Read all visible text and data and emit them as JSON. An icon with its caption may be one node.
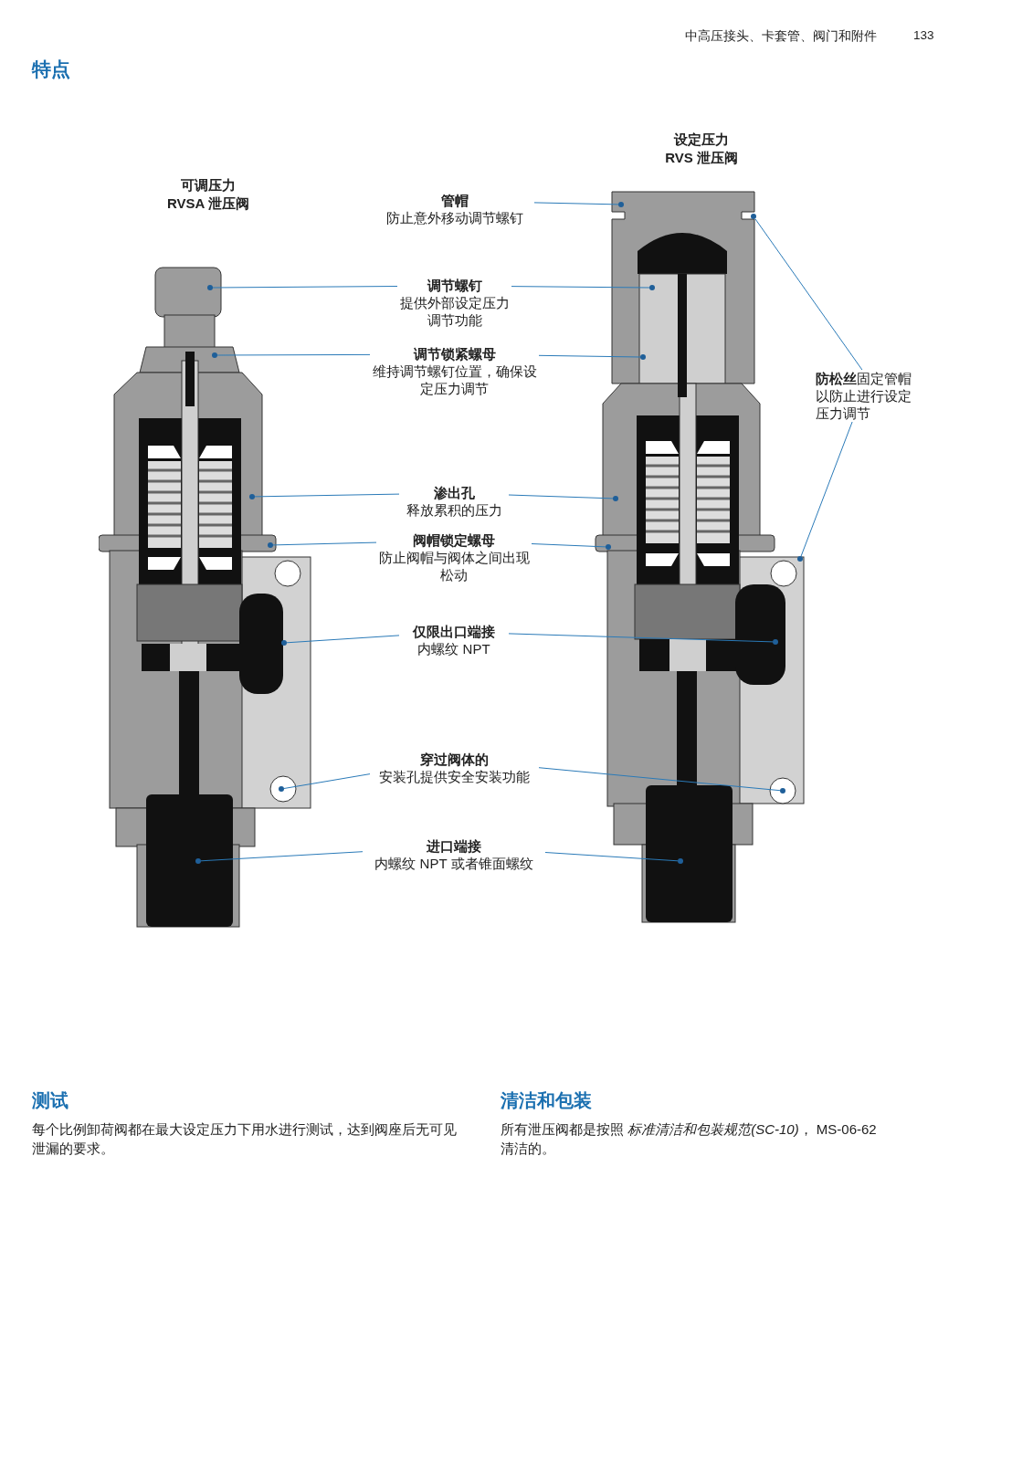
{
  "diagram": {
    "title": "特点",
    "nodes": [
      {
        "text": [
          "可调压力 RVSA 泄压阀"
        ]
      },
      {
        "text": [
          "设定压力 RVS 泄压阀"
        ]
      },
      {
        "text": [
          "管帽",
          "防止意外移动调节螺钉"
        ]
      },
      {
        "text": [
          "调节螺钉",
          "提供外部设定压力调节功能"
        ]
      },
      {
        "text": [
          "调节锁紧螺母",
          "维持调节螺钉位置，确保设定压力调节"
        ]
      },
      {
        "text": [
          "渗出孔",
          "释放累积的压力"
        ]
      },
      {
        "text": [
          "阀帽锁定螺母",
          "防止阀帽与阀体之间出现松动"
        ]
      },
      {
        "text": [
          "仅限出口端接",
          "内螺纹 NPT"
        ]
      },
      {
        "text": [
          "穿过阀体的",
          "安装孔提供安全安装功能"
        ]
      },
      {
        "text": [
          "进口端接",
          "内螺纹 NPT 或者锥面螺纹"
        ]
      },
      {
        "text": [
          "**防松丝**固定管帽以防止进行设定压力调节"
        ]
      },
      {
        "text": [],
        "shape": "circle",
        "in": 1
      },
      {
        "text": [],
        "shape": "circle",
        "in": 0
      },
      {
        "text": [],
        "shape": "circle",
        "in": 1
      },
      {
        "text": [],
        "shape": "circle",
        "in": 0
      },
      {
        "text": [],
        "shape": "circle",
        "in": 1
      },
      {
        "text": [],
        "shape": "circle",
        "in": 0
      },
      {
        "text": [],
        "shape": "circle",
        "in": 1
      },
      {
        "text": [],
        "shape": "circle",
        "in": 0
      },
      {
        "text": [],
        "shape": "circle",
        "in": 1
      },
      {
        "text": [],
        "shape": "circle",
        "in": 0
      },
      {
        "text": [],
        "shape": "circle",
        "in": 1
      },
      {
        "text": [],
        "shape": "circle",
        "in": 0
      },
      {
        "text": [],
        "shape": "circle",
        "in": 1
      },
      {
        "text": [],
        "shape": "circle",
        "in": 0
      },
      {
        "text": [],
        "shape": "circle",
        "in": 1
      },
      {
        "text": [],
        "shape": "circle",
        "in": 1
      },
      {
        "text": [],
        "shape": "circle",
        "in": 1
      }
    ],
    "edges": [
      {
        "from": 2,
        "to": 11,
        "arrow": "none"
      },
      {
        "from": 3,
        "to": 12,
        "arrow": "none"
      },
      {
        "from": 3,
        "to": 13,
        "arrow": "none"
      },
      {
        "from": 4,
        "to": 14,
        "arrow": "none"
      },
      {
        "from": 4,
        "to": 15,
        "arrow": "none"
      },
      {
        "from": 5,
        "to": 16,
        "arrow": "none"
      },
      {
        "from": 5,
        "to": 17,
        "arrow": "none"
      },
      {
        "from": 6,
        "to": 18,
        "arrow": "none"
      },
      {
        "from": 6,
        "to": 19,
        "arrow": "none"
      },
      {
        "from": 7,
        "to": 20,
        "arrow": "none"
      },
      {
        "from": 7,
        "to": 21,
        "arrow": "none"
      },
      {
        "from": 8,
        "to": 22,
        "arrow": "none"
      },
      {
        "from": 8,
        "to": 23,
        "arrow": "none"
      },
      {
        "from": 9,
        "to": 24,
        "arrow": "none"
      },
      {
        "from": 9,
        "to": 25,
        "arrow": "none"
      },
      {
        "from": 10,
        "to": 26,
        "arrow": "none"
      },
      {
        "from": 10,
        "to": 27,
        "arrow": "none"
      }
    ],
    "labels": [
      "中高压接头、卡套管、阀门和附件",
      "133",
      "测试",
      "每个比例卸荷阀都在最大设定压力下用水进行测试，达到阀座后无可见泄漏的要求。",
      "清洁和包装",
      "所有泄压阀都是按照 *标准清洁和包装规范(SC-10)*， MS-06-62 清洁的。"
    ]
  }
}
